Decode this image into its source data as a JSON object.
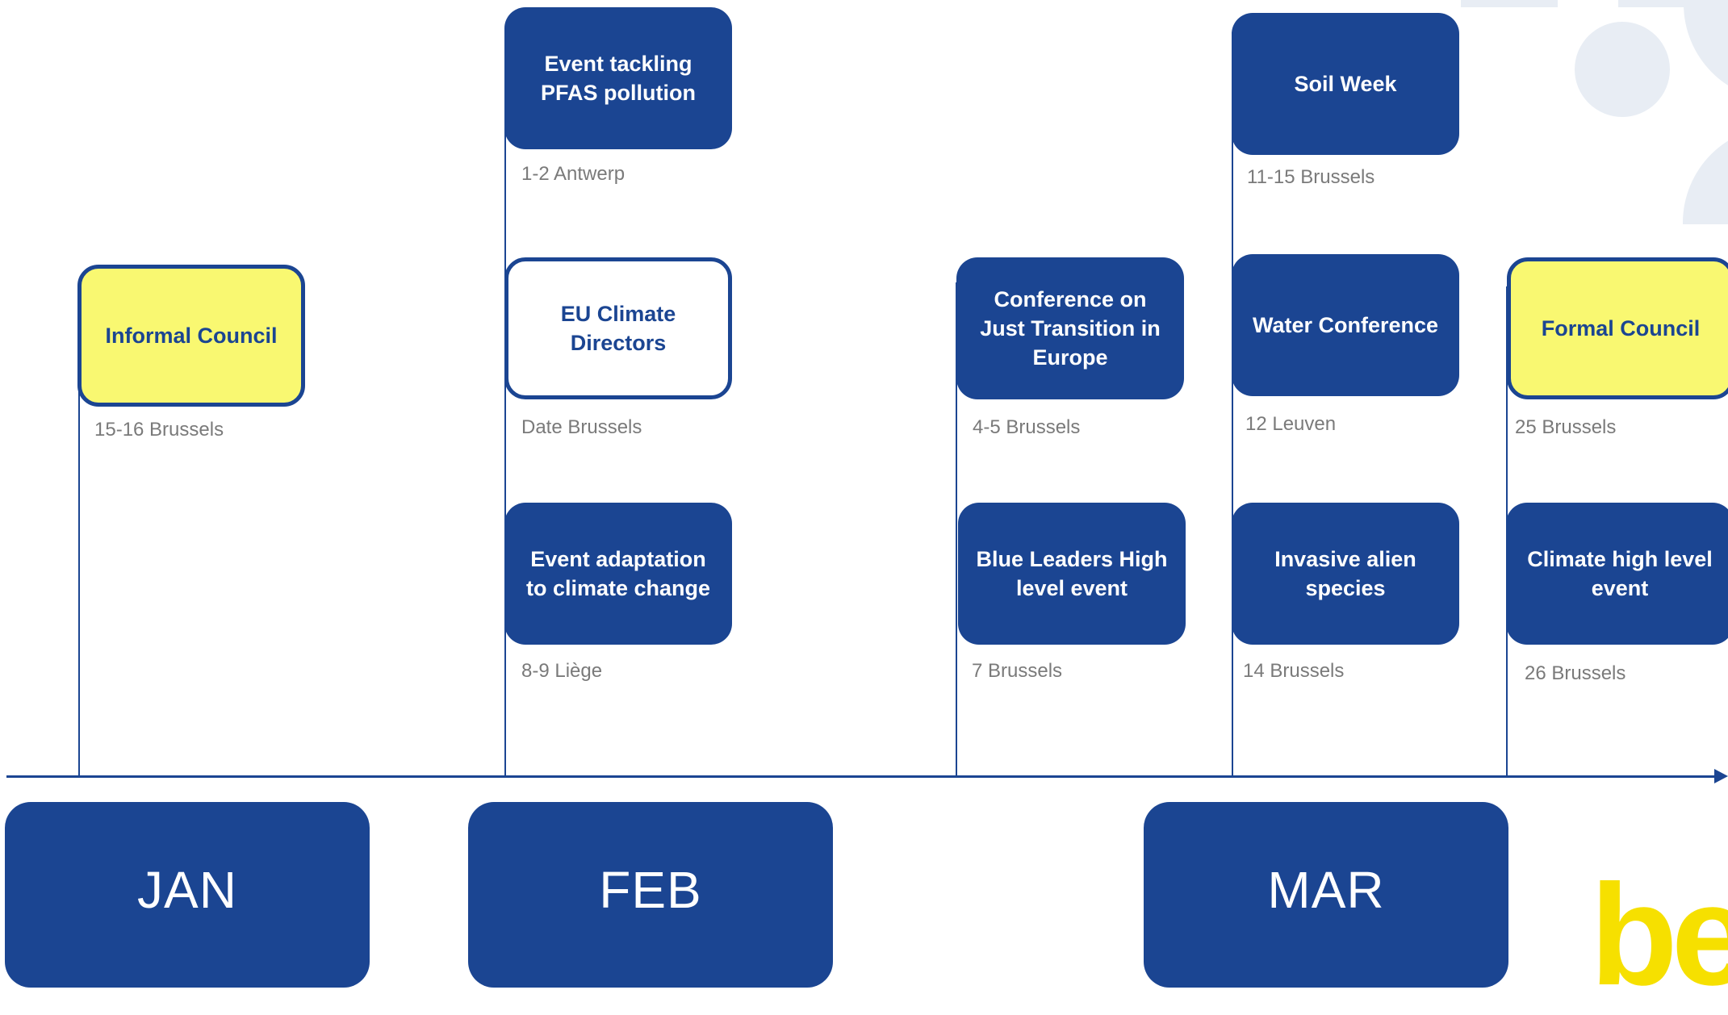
{
  "colors": {
    "primary_blue": "#1b4592",
    "council_yellow": "#f9f871",
    "date_gray": "#7a7a7a",
    "logo_yellow": "#f6e000"
  },
  "months": [
    "JAN",
    "FEB",
    "MAR"
  ],
  "events": [
    {
      "title": "Informal Council",
      "date": "15-16 Brussels",
      "style": "yellow"
    },
    {
      "title": "Event tackling PFAS pollution",
      "date": "1-2 Antwerp",
      "style": "blue"
    },
    {
      "title": "EU Climate Directors",
      "date": "Date Brussels",
      "style": "outline"
    },
    {
      "title": "Event adaptation to climate change",
      "date": "8-9 Liège",
      "style": "blue"
    },
    {
      "title": "Conference on Just Transition in Europe",
      "date": "4-5 Brussels",
      "style": "blue"
    },
    {
      "title": "Blue Leaders High level event",
      "date": "7 Brussels",
      "style": "blue"
    },
    {
      "title": "Soil Week",
      "date": "11-15 Brussels",
      "style": "blue"
    },
    {
      "title": "Water Conference",
      "date": "12 Leuven",
      "style": "blue"
    },
    {
      "title": "Invasive alien species",
      "date": "14 Brussels",
      "style": "blue"
    },
    {
      "title": "Formal Council",
      "date": "25 Brussels",
      "style": "yellow"
    },
    {
      "title": "Climate high level event",
      "date": "26 Brussels",
      "style": "blue"
    }
  ],
  "logo": {
    "text": "be",
    "color_name": "yellow"
  }
}
